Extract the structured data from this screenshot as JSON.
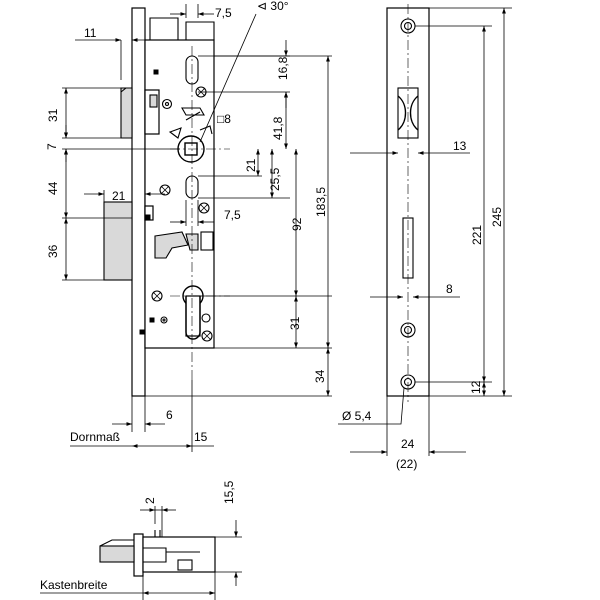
{
  "labels": {
    "dim_7_5_top": "7,5",
    "angle_30": "⊲ 30°",
    "dim_11": "11",
    "dim_16_8": "16,8",
    "dim_31_top": "31",
    "square_8": "□8",
    "dim_41_8": "41,8",
    "dim_7": "7",
    "dim_21_mid": "21",
    "dim_25_5": "25,5",
    "dim_44": "44",
    "dim_21_left": "21",
    "dim_7_5_mid": "7,5",
    "dim_92": "92",
    "dim_183_5": "183,5",
    "dim_36": "36",
    "dim_31_bottom": "31",
    "dim_34": "34",
    "dim_6": "6",
    "dornmass": "Dornmaß",
    "dim_15": "15",
    "dim_13": "13",
    "dim_221": "221",
    "dim_245": "245",
    "dim_8": "8",
    "dim_12": "12",
    "diameter_5_4": "Ø 5,4",
    "dim_24": "24",
    "dim_22": "(22)",
    "dim_2": "2",
    "dim_15_5": "15,5",
    "kastenbreite": "Kastenbreite"
  }
}
